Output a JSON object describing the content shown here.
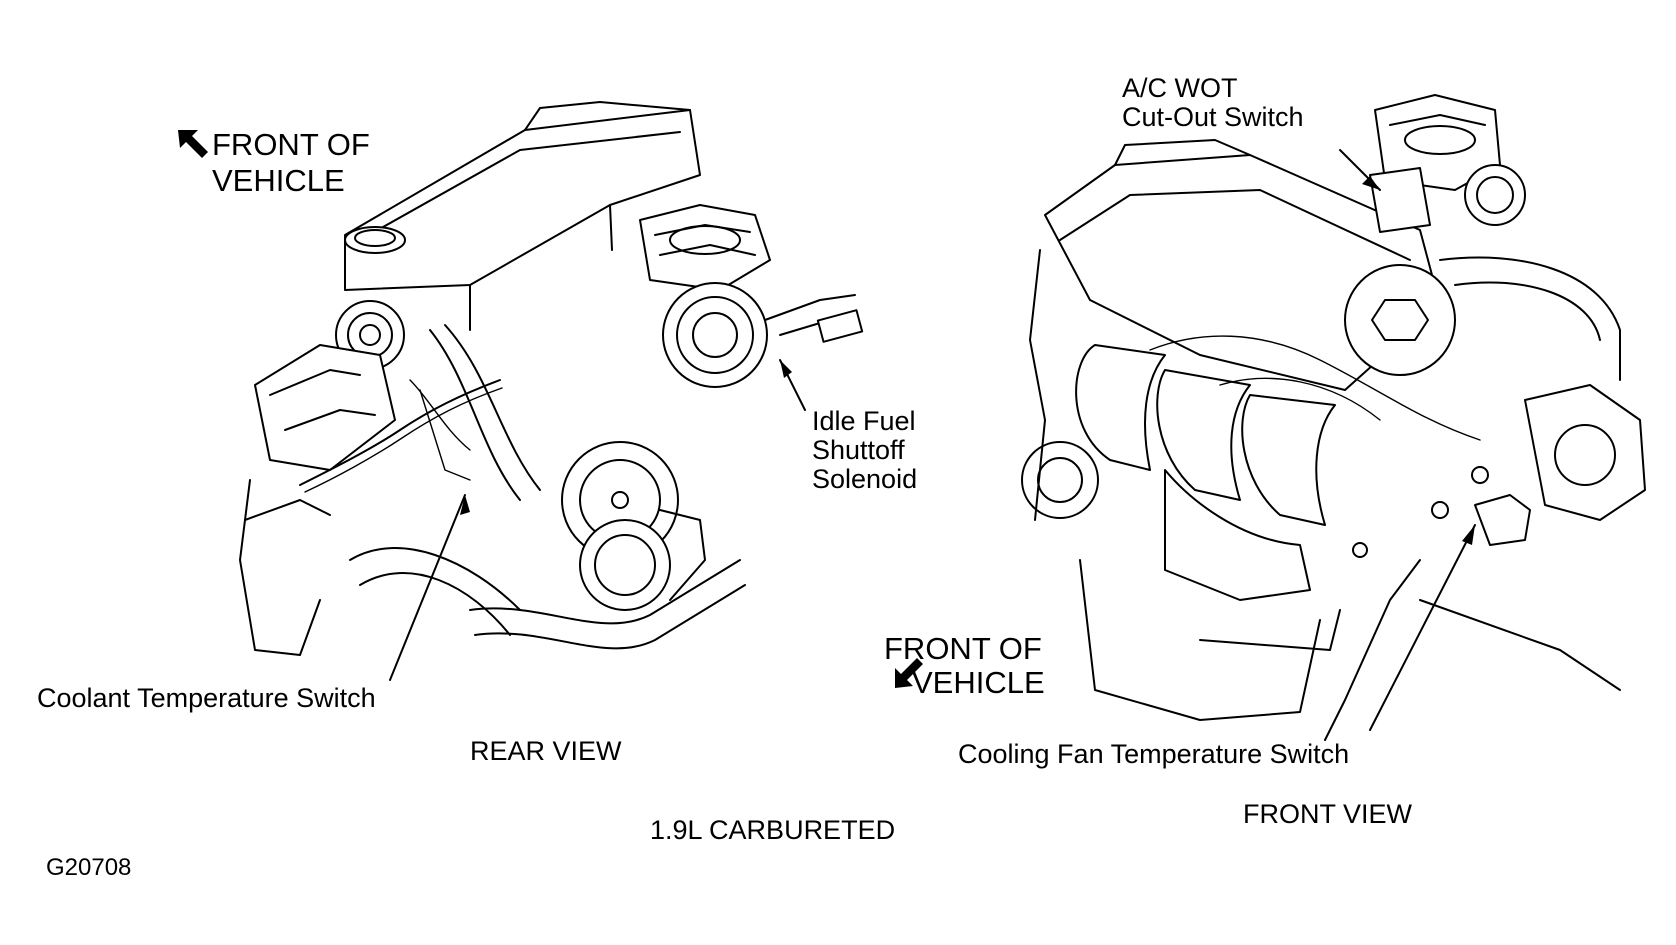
{
  "diagram": {
    "figure_id": "G20708",
    "caption": "1.9L CARBURETED",
    "rear_view": {
      "view_label": "REAR VIEW",
      "front_of_vehicle": [
        "FRONT OF",
        "VEHICLE"
      ],
      "callouts": {
        "coolant_temp_switch": "Coolant Temperature Switch",
        "idle_fuel_solenoid": [
          "Idle Fuel",
          "Shuttoff",
          "Solenoid"
        ]
      }
    },
    "front_view": {
      "view_label": "FRONT VIEW",
      "front_of_vehicle": [
        "FRONT OF",
        "VEHICLE"
      ],
      "callouts": {
        "ac_wot_switch": [
          "A/C WOT",
          "Cut-Out Switch"
        ],
        "cooling_fan_temp_switch": "Cooling Fan Temperature Switch"
      }
    }
  }
}
